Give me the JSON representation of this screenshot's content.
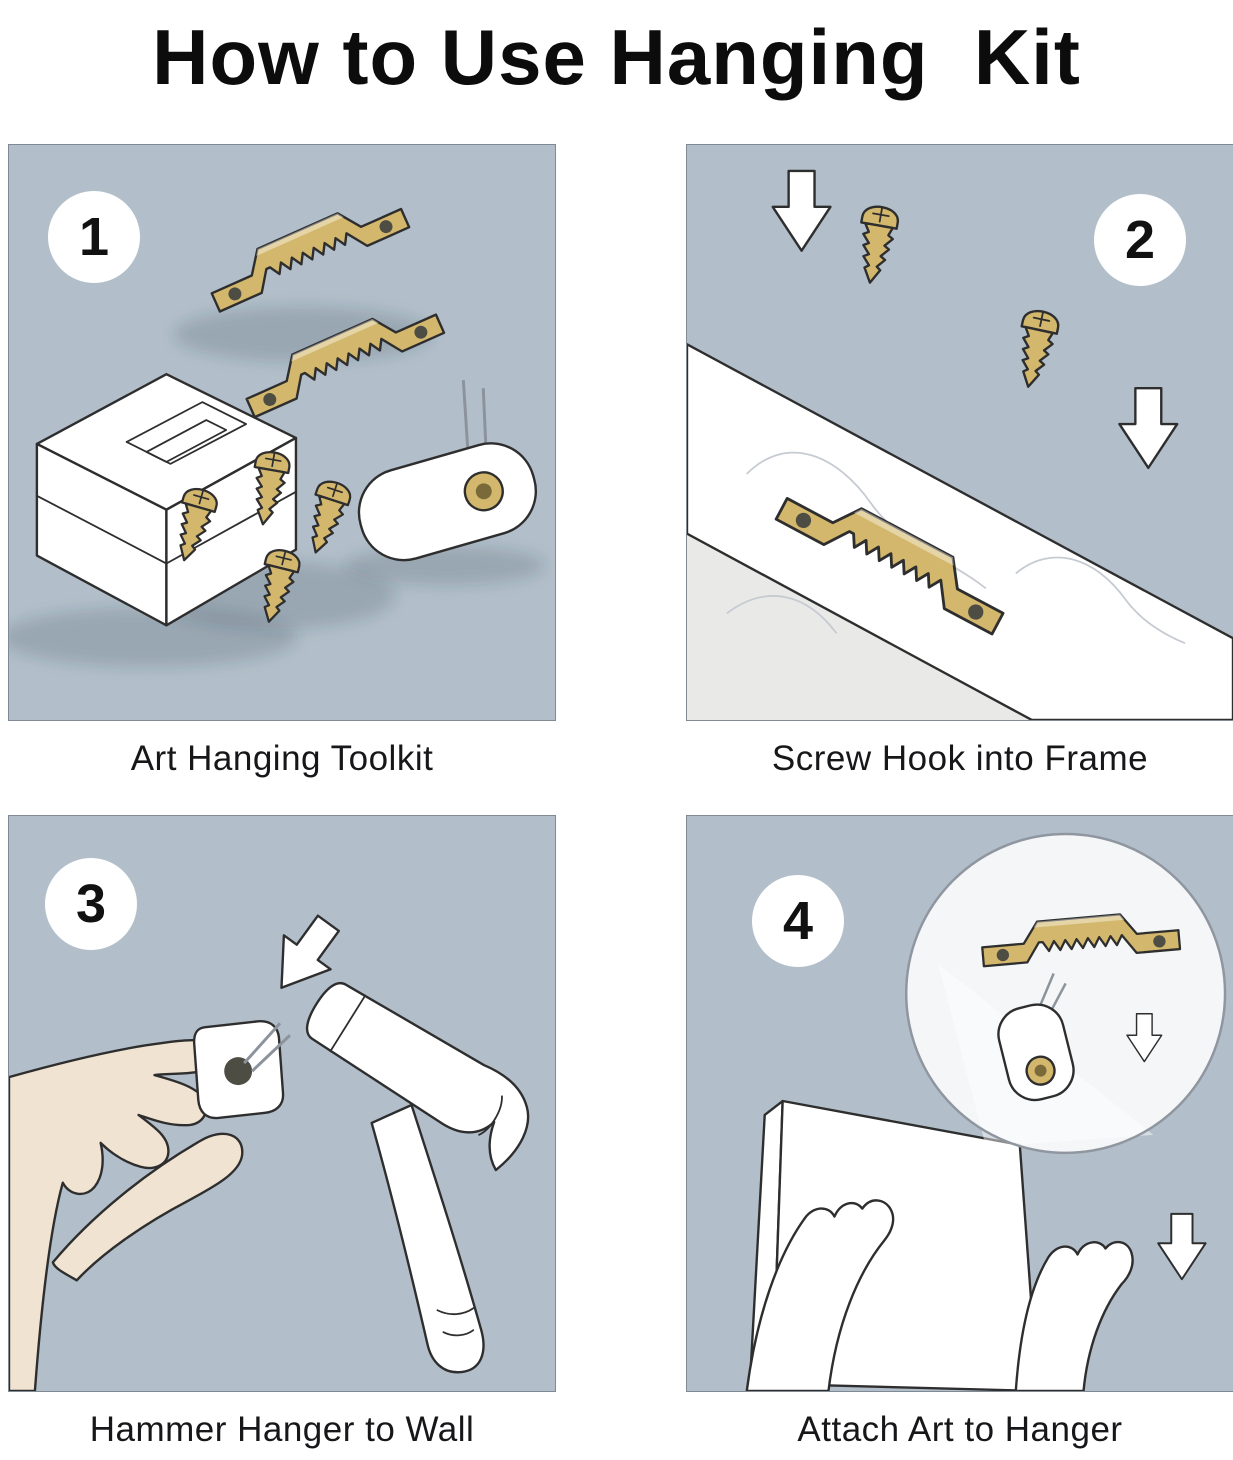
{
  "title": "How to Use Hanging  Kit",
  "panels": [
    {
      "number": "1",
      "caption": "Art Hanging Toolkit"
    },
    {
      "number": "2",
      "caption": "Screw Hook into Frame"
    },
    {
      "number": "3",
      "caption": "Hammer Hanger to Wall"
    },
    {
      "number": "4",
      "caption": "Attach Art to Hanger"
    }
  ],
  "colors": {
    "panel_bg": "#b2bfca",
    "brass": "#d3b76c",
    "outline": "#2e2e2e",
    "skin": "#f0e3d1",
    "white": "#ffffff",
    "hole": "#4d4d44",
    "title_text": "#0c0c0c",
    "caption_text": "#17171a"
  },
  "icons": {
    "sawtooth-hanger": "svg-shape",
    "screw": "svg-shape",
    "arrow-down": "svg-shape",
    "toolkit-box": "svg-shape",
    "hook": "svg-shape",
    "frame-board": "svg-shape",
    "hand": "svg-shape",
    "hammer": "svg-shape",
    "art-frame": "svg-shape",
    "magnifier-circle": "svg-shape"
  }
}
